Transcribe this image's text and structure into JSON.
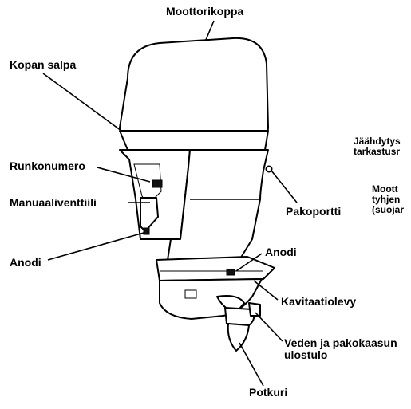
{
  "labels": {
    "cover": "Moottorikoppa",
    "cover_latch": "Kopan salpa",
    "cooling_line1": "Jäähdytys",
    "cooling_line2": "tarkastusr",
    "serial": "Runkonumero",
    "manual_valve": "Manuaaliventtiili",
    "exhaust_port": "Pakoportti",
    "motor_line1": "Moott",
    "motor_line2": "tyhjen",
    "motor_line3": "(suojar",
    "anode_left": "Anodi",
    "anode_right": "Anodi",
    "cavitation_plate": "Kavitaatiolevy",
    "water_exhaust_line1": "Veden ja pakokaasun",
    "water_exhaust_line2": "ulostulo",
    "propeller": "Potkuri"
  }
}
